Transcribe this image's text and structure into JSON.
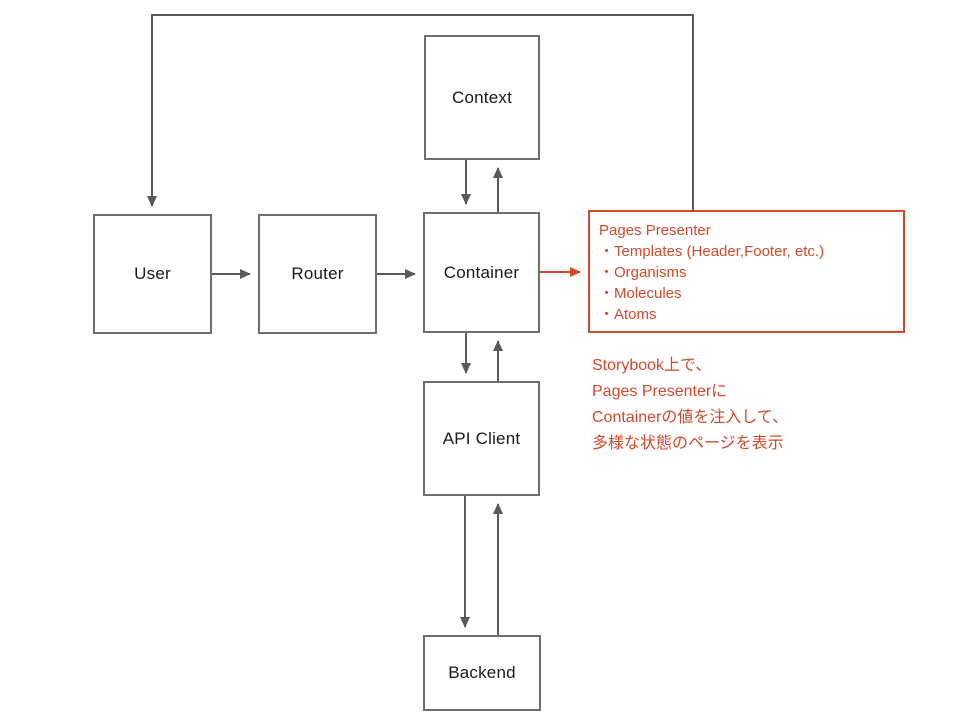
{
  "diagram": {
    "nodes": {
      "user": {
        "label": "User"
      },
      "router": {
        "label": "Router"
      },
      "container": {
        "label": "Container"
      },
      "context": {
        "label": "Context"
      },
      "api_client": {
        "label": "API Client"
      },
      "backend": {
        "label": "Backend"
      }
    },
    "presenter_box": {
      "title": "Pages Presenter",
      "items": [
        "・Templates (Header,Footer, etc.)",
        "・Organisms",
        "・Molecules",
        "・Atoms"
      ]
    },
    "note": {
      "lines": [
        "Storybook上で、",
        "Pages Presenterに",
        "Containerの値を注入して、",
        "多様な状態のページを表示"
      ]
    },
    "colors": {
      "edge_stroke": "#595a5c",
      "box_border": "#6e6e6e",
      "box_fill": "#ffffff",
      "accent_red": "#d24a2c",
      "label_text": "#1a1a1a"
    }
  }
}
